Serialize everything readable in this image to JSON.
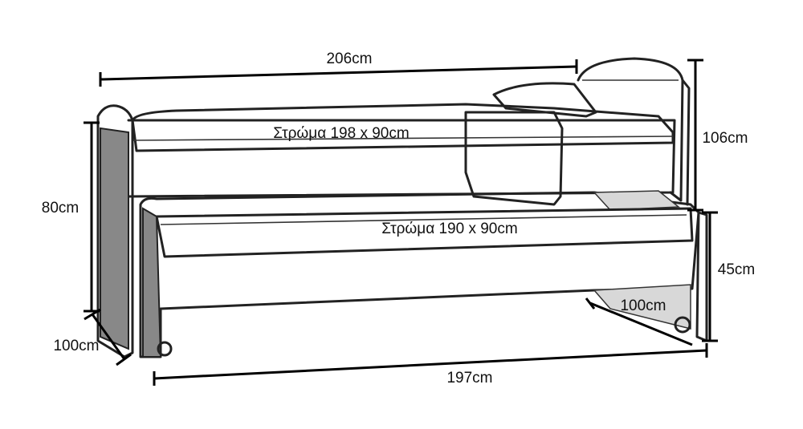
{
  "title": "Trundle bed dimensions",
  "dimensions": {
    "total_length": "206cm",
    "headboard_height": "106cm",
    "frame_height": "80cm",
    "trundle_height": "45cm",
    "frame_depth": "100cm",
    "trundle_depth": "100cm",
    "trundle_length": "197cm"
  },
  "mattresses": {
    "upper": "Στρώμα 198 x 90cm",
    "lower": "Στρώμα 190 x 90cm"
  },
  "colors": {
    "line": "#222222",
    "shade": "#d8d8d8",
    "panel": "#888888"
  }
}
